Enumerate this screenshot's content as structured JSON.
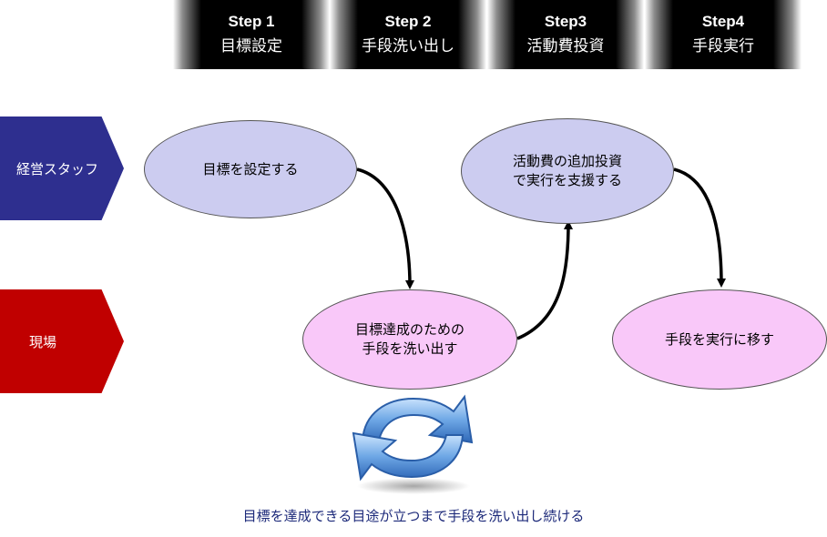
{
  "steps": [
    {
      "num": "Step 1",
      "title": "目標設定"
    },
    {
      "num": "Step 2",
      "title": "手段洗い出し"
    },
    {
      "num": "Step3",
      "title": "活動費投資"
    },
    {
      "num": "Step4",
      "title": "手段実行"
    }
  ],
  "roles": {
    "management": "経営スタッフ",
    "field": "現場"
  },
  "nodes": {
    "set_goal": "目標を設定する",
    "find_means_l1": "目標達成のための",
    "find_means_l2": "手段を洗い出す",
    "invest_l1": "活動費の追加投資",
    "invest_l2": "で実行を支援する",
    "execute": "手段を実行に移す"
  },
  "cycle_icon": "refresh-cycle-icon",
  "caption": "目標を達成できる目途が立つまで手段を洗い出し続ける",
  "colors": {
    "management": "#2e2f8f",
    "field": "#c00000",
    "mgmt_node": "#ccccf0",
    "field_node": "#f9c8f9",
    "cycle_icon": "#3b7fd0",
    "caption": "#1d2a7a"
  }
}
